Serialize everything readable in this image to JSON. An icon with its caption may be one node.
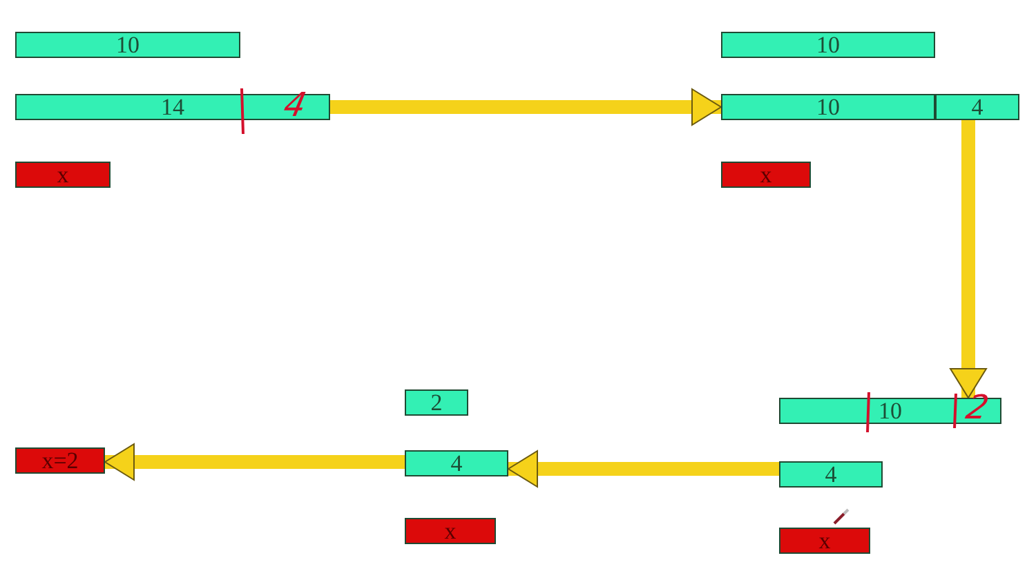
{
  "diagram": {
    "nodes": [
      {
        "text": [
          "10"
        ]
      },
      {
        "text": [
          "14"
        ]
      },
      {
        "text": [
          "x"
        ]
      },
      {
        "text": [
          "10"
        ]
      },
      {
        "text": [
          "10"
        ]
      },
      {
        "text": [
          "4"
        ]
      },
      {
        "text": [
          "x"
        ]
      },
      {
        "text": [
          "10"
        ]
      },
      {
        "text": [
          "4"
        ]
      },
      {
        "text": [
          "x"
        ]
      },
      {
        "text": [
          "2"
        ]
      },
      {
        "text": [
          "4"
        ]
      },
      {
        "text": [
          "x"
        ]
      },
      {
        "text": [
          "x=2"
        ]
      }
    ],
    "edges": [
      {
        "from": 1,
        "to": 4,
        "arrow": "to"
      },
      {
        "from": 5,
        "to": 7,
        "arrow": "to"
      },
      {
        "from": 8,
        "to": 11,
        "arrow": "to"
      },
      {
        "from": 11,
        "to": 13,
        "arrow": "to"
      }
    ],
    "labels": [
      "4",
      "2"
    ]
  }
}
